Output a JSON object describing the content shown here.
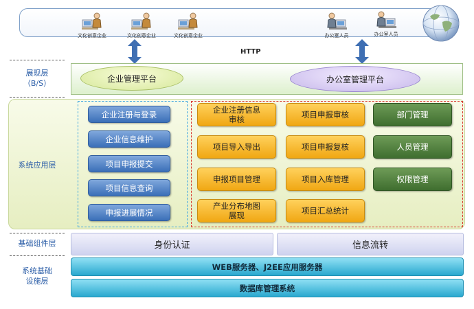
{
  "clients": {
    "enterprise_users": [
      "文化创意企业",
      "文化创意企业",
      "文化创意企业"
    ],
    "office_users": [
      "办公室人员",
      "办公室人员"
    ]
  },
  "protocol": "HTTP",
  "layers": {
    "presentation": {
      "label_line1": "展现层",
      "label_line2": "（B/S）",
      "enterprise_platform": "企业管理平台",
      "office_platform": "办公室管理平台"
    },
    "application": {
      "label": "系统应用层",
      "enterprise_modules": [
        "企业注册与登录",
        "企业信息维护",
        "项目申报提交",
        "项目信息查询",
        "申报进展情况"
      ],
      "office_modules": [
        {
          "lines": [
            "企业注册信息",
            "审核"
          ]
        },
        {
          "lines": [
            "项目申报审核"
          ]
        },
        {
          "lines": [
            "项目导入导出"
          ]
        },
        {
          "lines": [
            "项目申报复核"
          ]
        },
        {
          "lines": [
            "申报项目管理"
          ]
        },
        {
          "lines": [
            "项目入库管理"
          ]
        },
        {
          "lines": [
            "产业分布地图",
            "展现"
          ]
        },
        {
          "lines": [
            "项目汇总统计"
          ]
        }
      ],
      "admin_modules": [
        "部门管理",
        "人员管理",
        "权限管理"
      ]
    },
    "base_components": {
      "label": "基础组件层",
      "items": [
        "身份认证",
        "信息流转"
      ]
    },
    "infrastructure": {
      "label_line1": "系统基础",
      "label_line2": "设施层",
      "items": [
        "WEB服务器、J2EE应用服务器",
        "数据库管理系统"
      ]
    }
  },
  "colors": {
    "enterprise_module": "#4a7cc2",
    "office_module": "#f5b82e",
    "admin_module": "#4f7f3c",
    "infrastructure": "#2aa8cf"
  }
}
